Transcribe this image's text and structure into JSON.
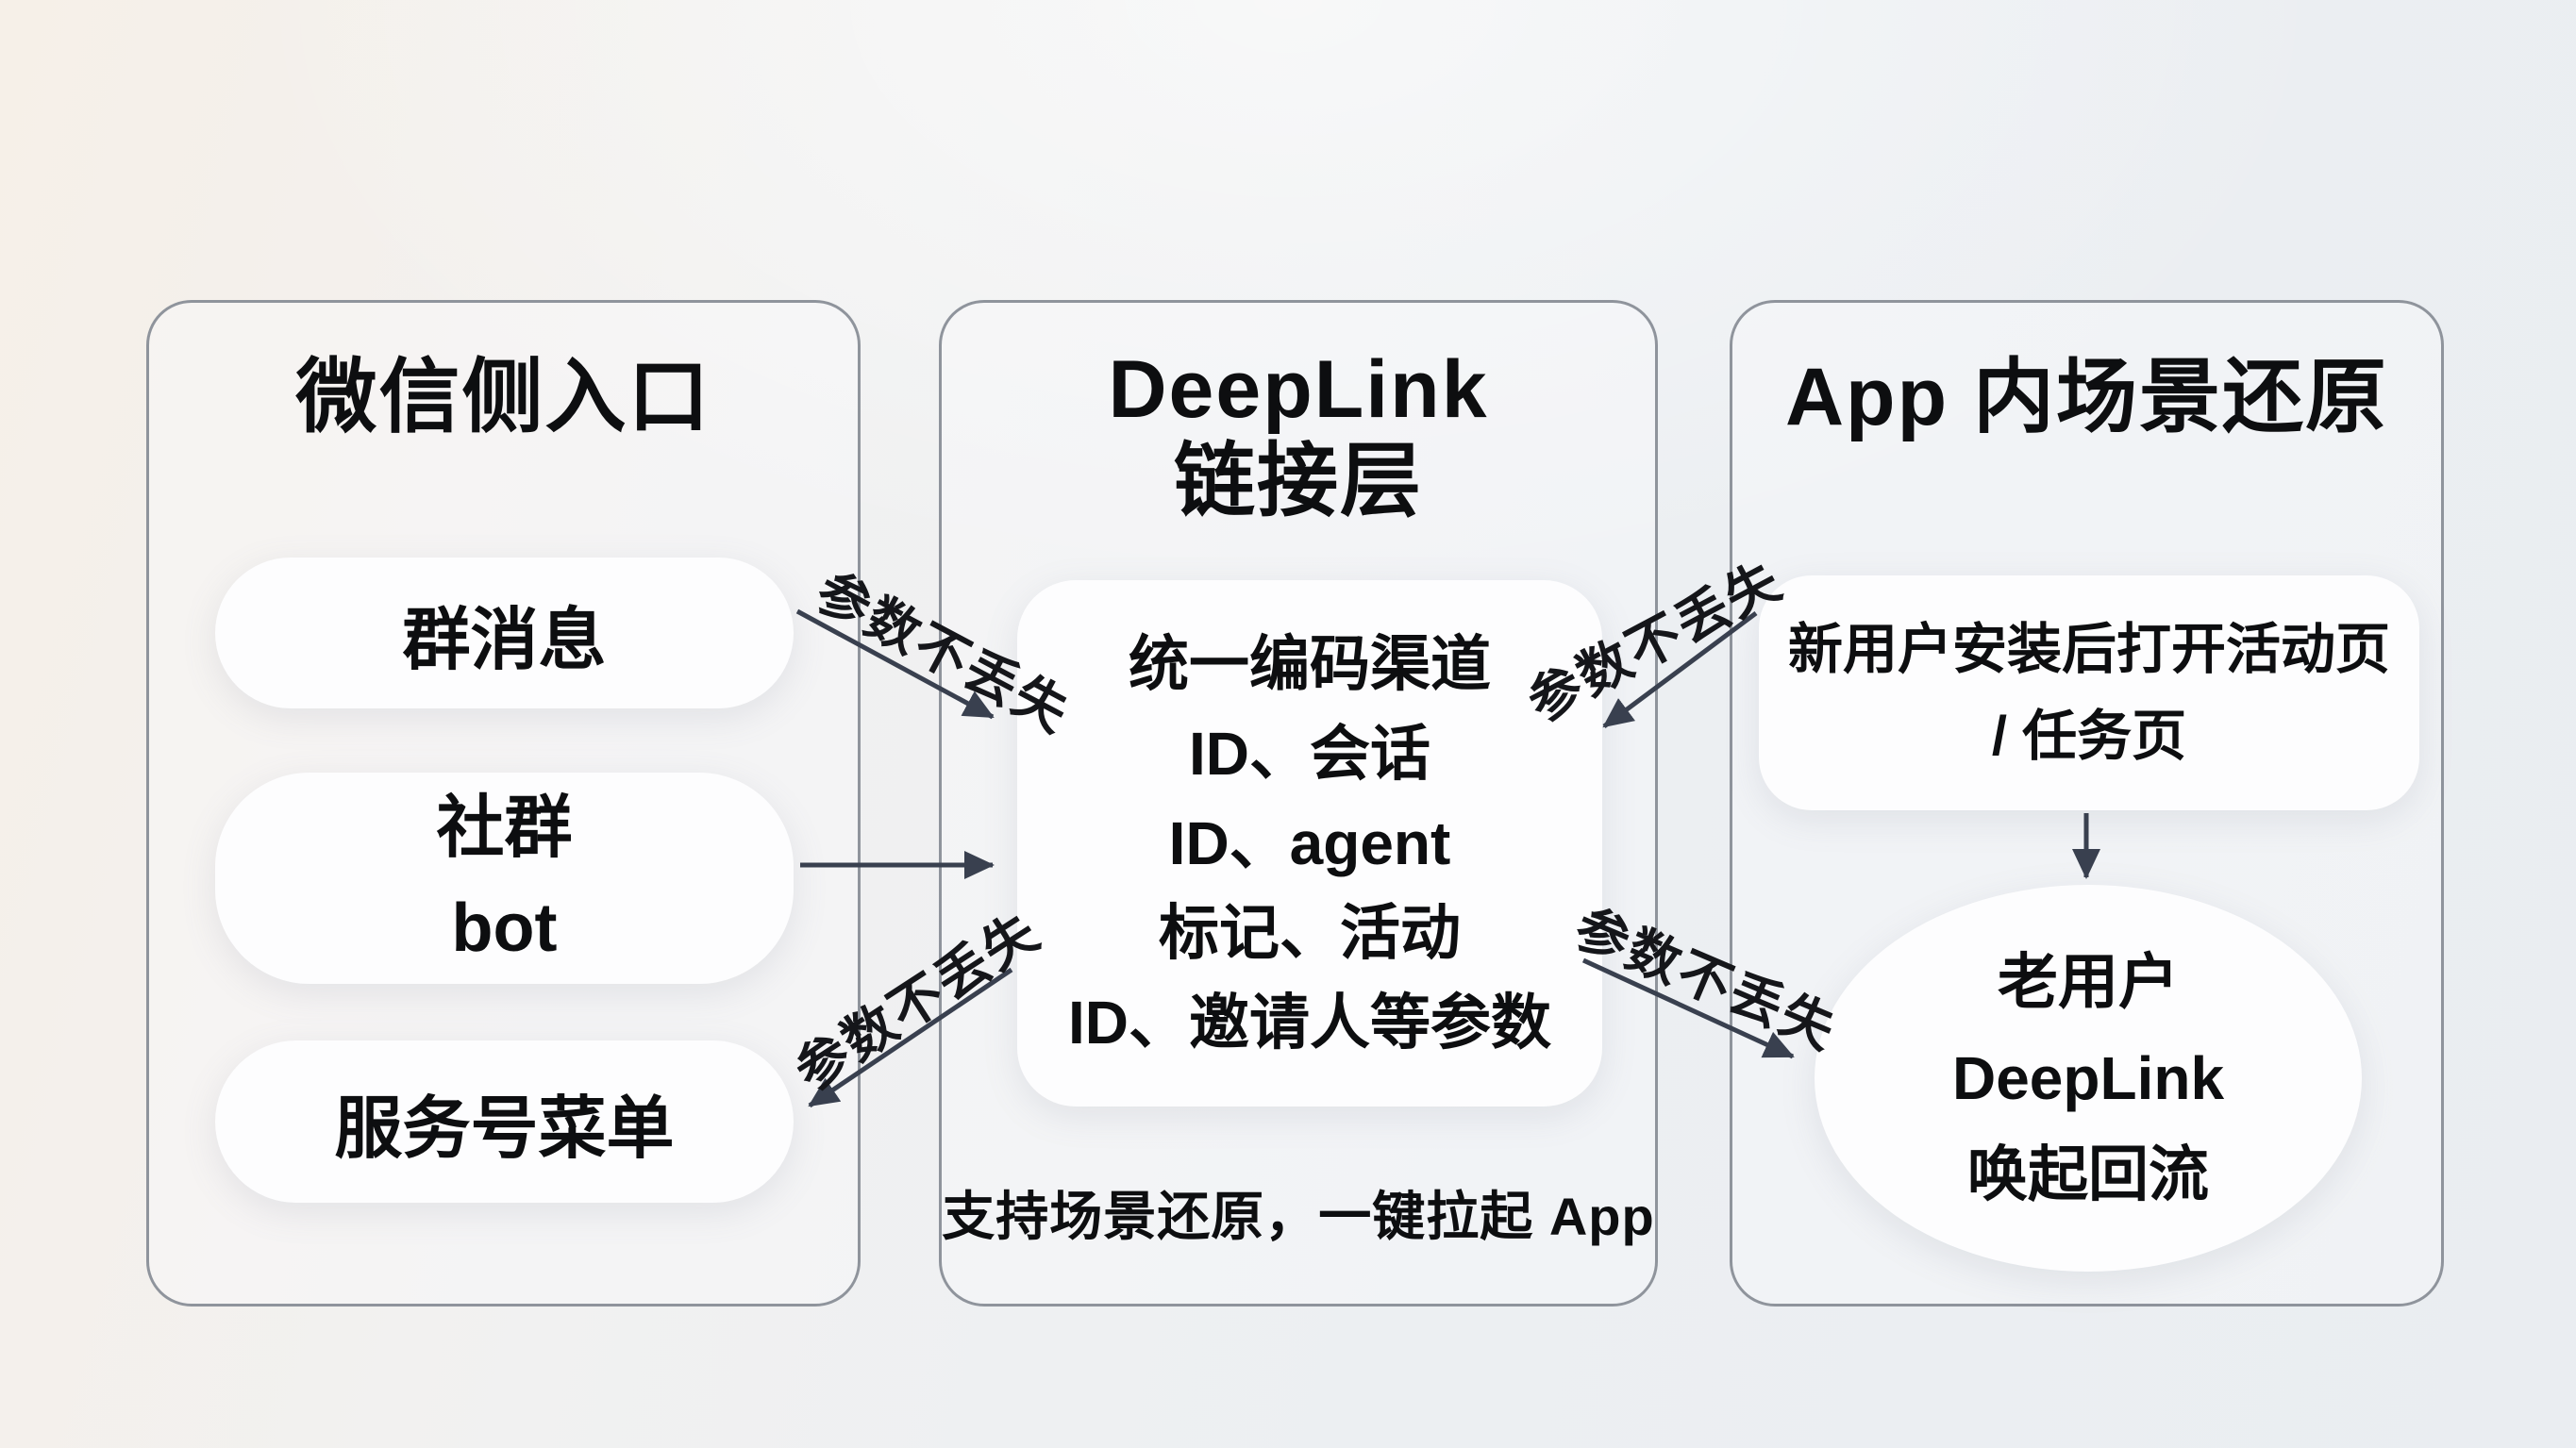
{
  "panels": {
    "left": {
      "title": "微信侧入口",
      "boxes": {
        "qun": {
          "label": "群消息"
        },
        "shequn": {
          "line1": "社群",
          "line2": "bot"
        },
        "fuwu": {
          "label": "服务号菜单"
        }
      }
    },
    "middle": {
      "title_line1": "DeepLink",
      "title_line2": "链接层",
      "box_lines": [
        "统一编码渠道",
        "ID、会话",
        "ID、agent",
        "标记、活动",
        "ID、邀请人等参数"
      ],
      "caption": "支持场景还原，一键拉起 App"
    },
    "right": {
      "title": "App 内场景还原",
      "box": {
        "line1": "新用户安装后打开活动页",
        "line2": "/ 任务页"
      },
      "ellipse": {
        "line1": "老用户",
        "line2": "DeepLink",
        "line3": "唤起回流"
      }
    }
  },
  "arrows": {
    "left_top": {
      "label": "参数不丢失"
    },
    "left_bottom": {
      "label": "参数不丢失"
    },
    "right_top": {
      "label": "参数不丢失"
    },
    "right_bottom": {
      "label": "参数不丢失"
    }
  },
  "colors": {
    "arrow": "#39404f",
    "panel_border": "#8f949c",
    "text": "#0d0e10"
  }
}
